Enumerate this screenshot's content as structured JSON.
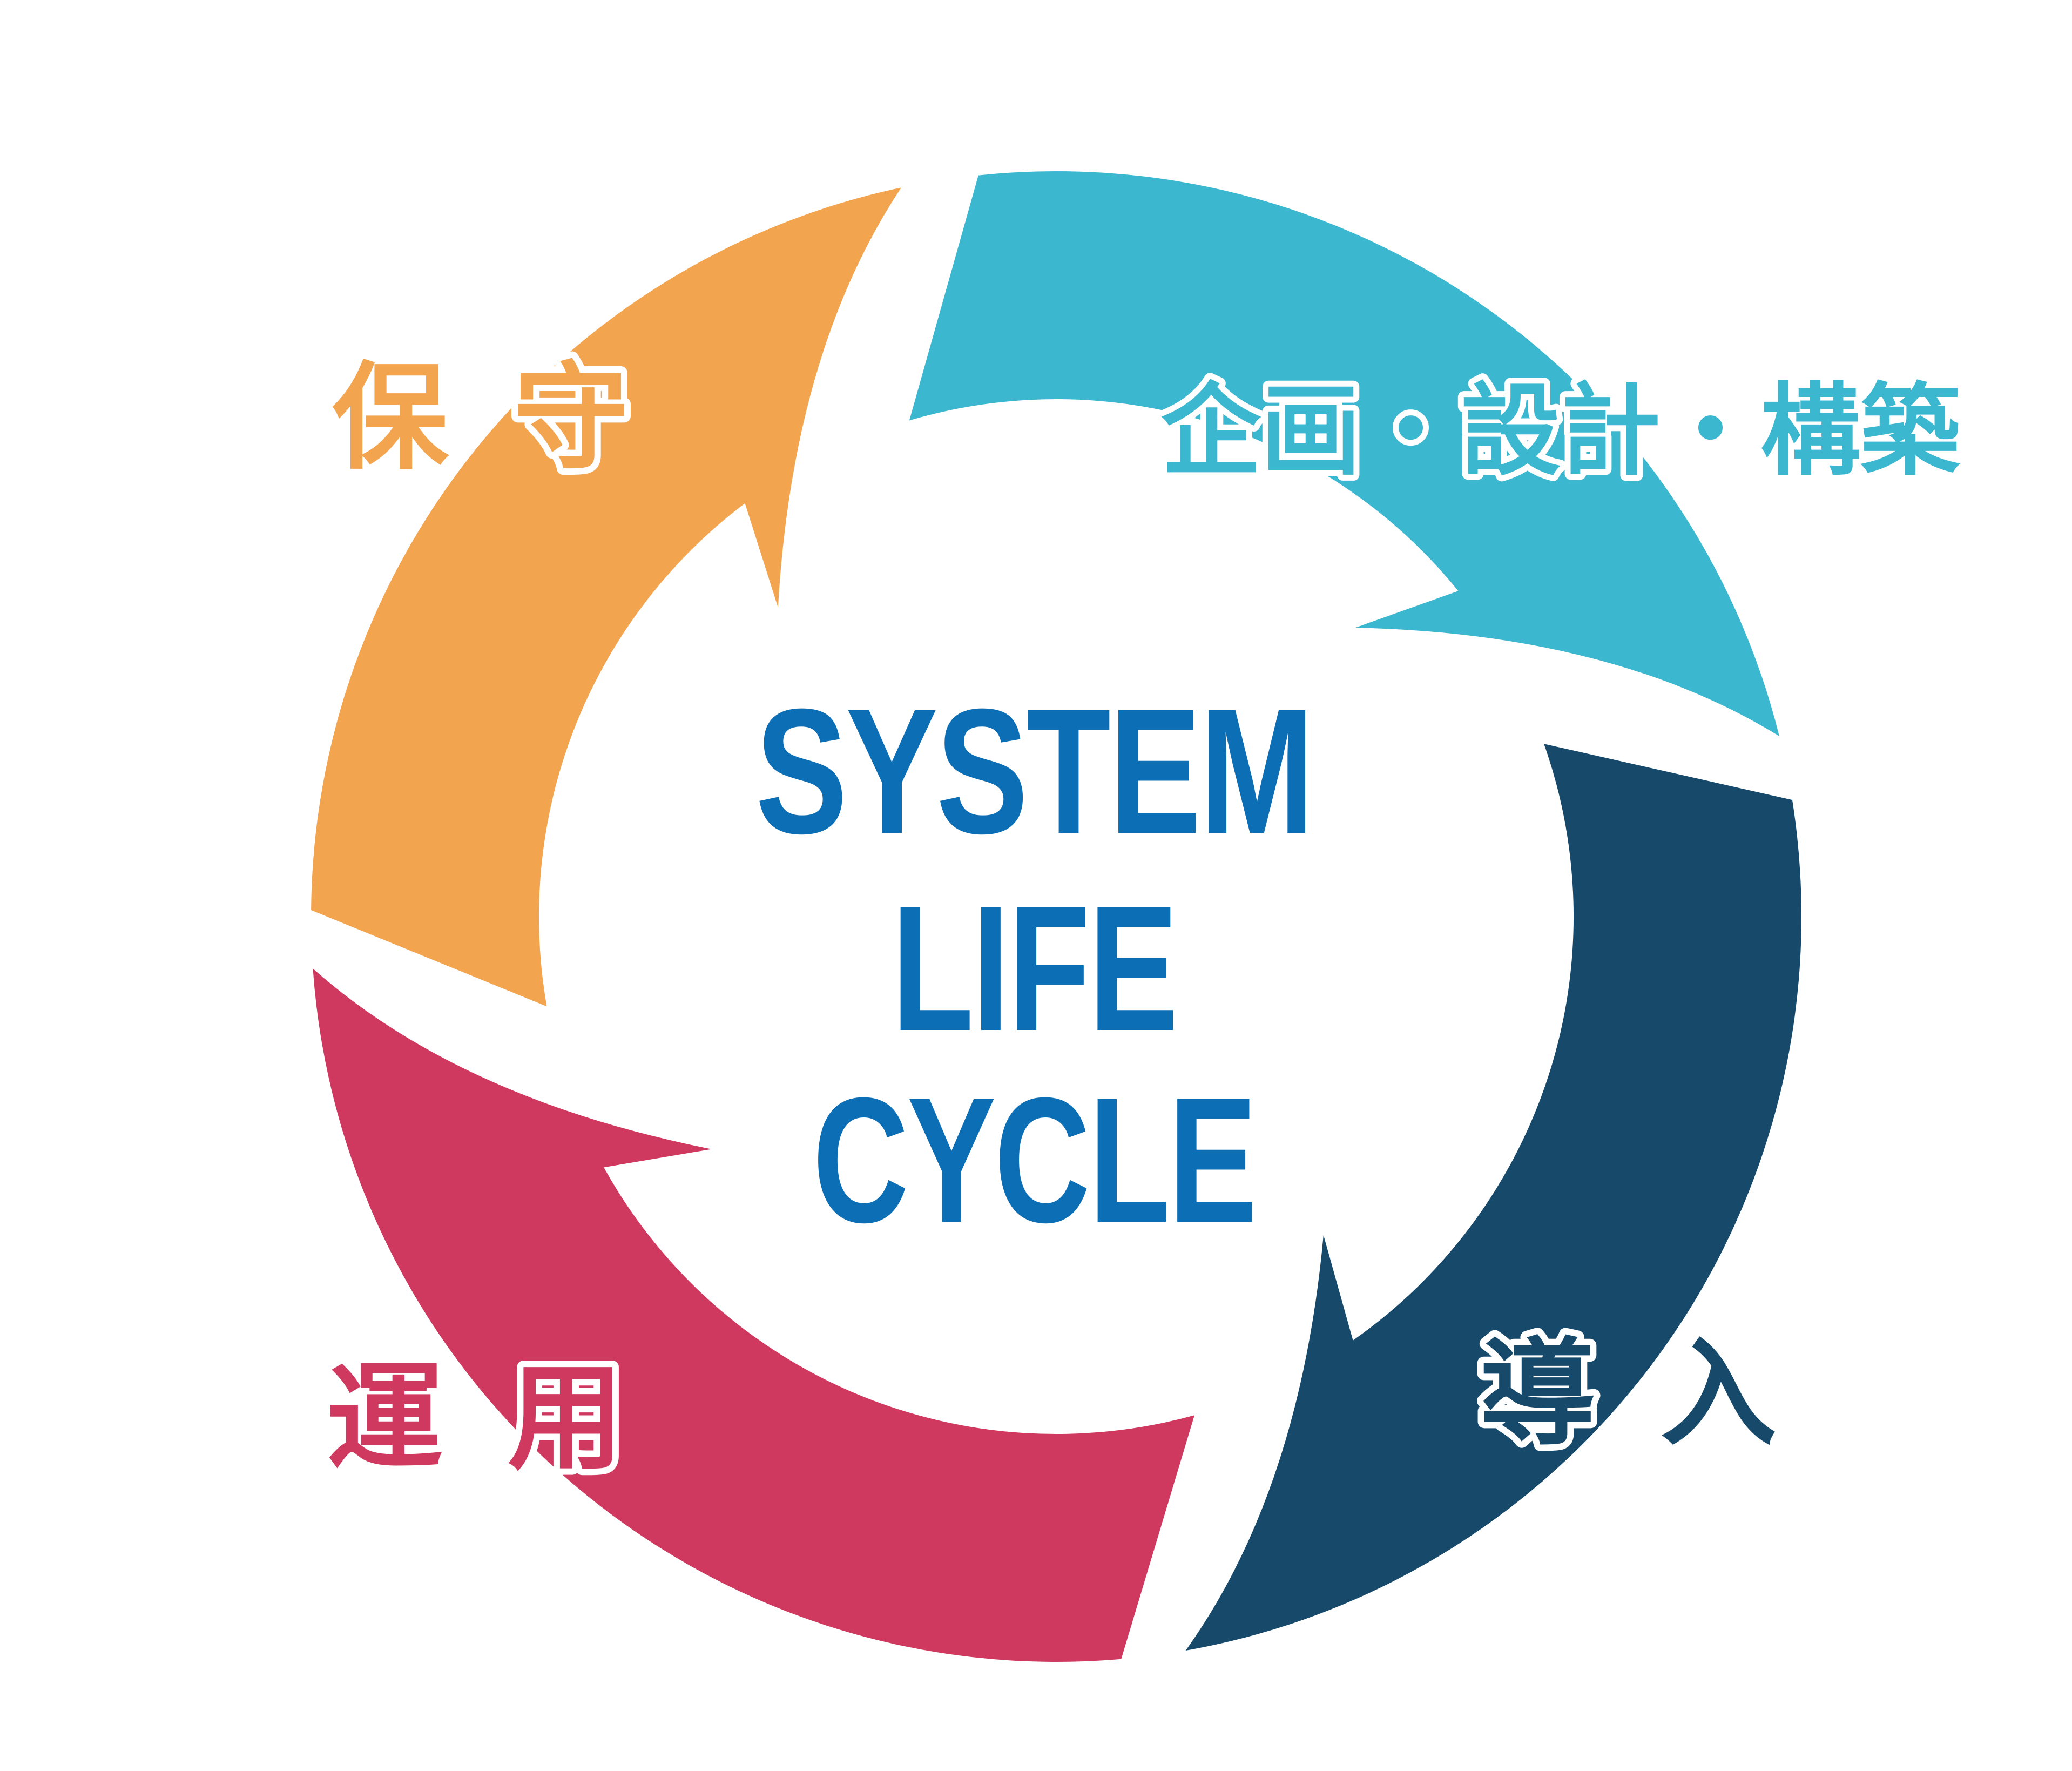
{
  "page": {
    "background_color": "#ffffff"
  },
  "diagram": {
    "kind": "circular-cycle",
    "flow_direction": "clockwise",
    "center_title": {
      "lines": [
        "SYSTEM",
        "LIFE",
        "CYCLE"
      ],
      "color": "#0c6eb5"
    },
    "segments": [
      {
        "id": "planning-design-build",
        "label": "企画・設計・構築",
        "color": "#3bb8d0",
        "position": "top-right"
      },
      {
        "id": "deployment",
        "label": "導 入",
        "color": "#17496b",
        "position": "bottom-right"
      },
      {
        "id": "operation",
        "label": "運 用",
        "color": "#d0395f",
        "position": "bottom-left"
      },
      {
        "id": "maintenance",
        "label": "保 守",
        "color": "#f3a44f",
        "position": "top-left"
      }
    ]
  }
}
